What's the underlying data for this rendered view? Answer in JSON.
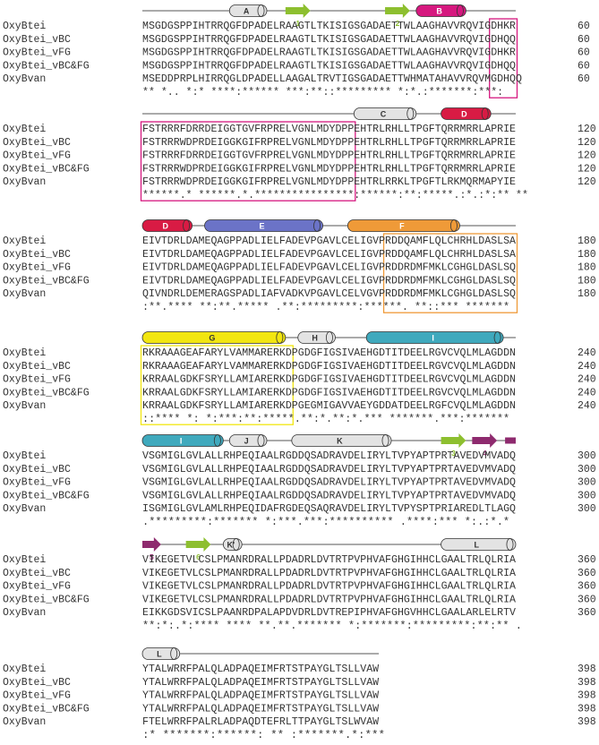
{
  "blocks": [
    {
      "rows": [
        {
          "name": "OxyBtei",
          "seq": "MSGDGSPPIHTRRQGFDPADELRAAGTLTKISIGSGADAETTWLAAGHAVVRQVIGDHKR",
          "end": "60"
        },
        {
          "name": "OxyBtei_vBC",
          "seq": "MSGDGSPPIHTRRQGFDPADELRAAGTLTKISIGSGADAETTWLAAGHAVVRQVIGDHQQ",
          "end": "60"
        },
        {
          "name": "OxyBtei_vFG",
          "seq": "MSGDGSPPIHTRRQGFDPADELRAAGTLTKISIGSGADAETTWLAAGHAVVRQVIGDHKR",
          "end": "60"
        },
        {
          "name": "OxyBtei_vBC&FG",
          "seq": "MSGDGSPPIHTRRQGFDPADELRAAGTLTKISIGSGADAETTWLAAGHAVVRQVIGDHQQ",
          "end": "60"
        },
        {
          "name": "OxyBvan",
          "seq": "MSEDDPRPLHIRRQGLDPADELLAAGALTRVTIGSGADAETTWHMATAHAVVRQVMGDHQQ",
          "end": "60"
        }
      ],
      "consensus": "** *.. *:* ****:****** ***:**::********* *:*.:*******:***:"
    },
    {
      "rows": [
        {
          "name": "OxyBtei",
          "seq": "FSTRRRFDRRDEIGGTGVFRPRELVGNLMDYDPPEHTRLRHLLTPGFTQRRMRRLAPRIE",
          "end": "120"
        },
        {
          "name": "OxyBtei_vBC",
          "seq": "FSTRRRWDPRDEIGGKGIFRPRELVGNLMDYDPPEHTRLRHLLTPGFTQRRMRRLAPRIE",
          "end": "120"
        },
        {
          "name": "OxyBtei_vFG",
          "seq": "FSTRRRFDRRDEIGGTGVFRPRELVGNLMDYDPPEHTRLRHLLTPGFTQRRMRRLAPRIE",
          "end": "120"
        },
        {
          "name": "OxyBtei_vBC&FG",
          "seq": "FSTRRRWDPRDEIGGKGIFRPRELVGNLMDYDPPEHTRLRHLLTPGFTQRRMRRLAPRIE",
          "end": "120"
        },
        {
          "name": "OxyBvan",
          "seq": "FSTRRRWDPRDEIGGKGIFRPRELVGNLMDYDPPEHTRLRRKLTPGFTLRKMQRMAPYIE",
          "end": "120"
        }
      ],
      "consensus": "******.* ******.*.****************:******:**:*****.:*.:*:** **"
    },
    {
      "rows": [
        {
          "name": "OxyBtei",
          "seq": "EIVTDRLDAMEQAGPPADLIELFADEVPGAVLCELIGVPRDDQAMFLQLCHRHLDASLSA",
          "end": "180"
        },
        {
          "name": "OxyBtei_vBC",
          "seq": "EIVTDRLDAMEQAGPPADLIELFADEVPGAVLCELIGVPRDDQAMFLQLCHRHLDASLSA",
          "end": "180"
        },
        {
          "name": "OxyBtei_vFG",
          "seq": "EIVTDRLDAMEQAGPPADLIELFADEVPGAVLCELIGVPRDDRDMFMKLCGHGLDASLSQ",
          "end": "180"
        },
        {
          "name": "OxyBtei_vBC&FG",
          "seq": "EIVTDRLDAMEQAGPPADLIELFADEVPGAVLCELIGVPRDDRDMFMKLCGHGLDASLSQ",
          "end": "180"
        },
        {
          "name": "OxyBvan",
          "seq": "QIVNDRLDEMERAGSPADLIAFVADKVPGAVLCELVGVPRDDRDMFMKLCGHGLDASLSQ",
          "end": "180"
        }
      ],
      "consensus": ":**.**** **:**.*****  .**:*********:******. **::*** *******"
    },
    {
      "rows": [
        {
          "name": "OxyBtei",
          "seq": "RKRAAAGEAFARYLVAMMARERKDPGDGFIGSIVAEHGDTITDEELRGVCVQLMLAGDDN",
          "end": "240"
        },
        {
          "name": "OxyBtei_vBC",
          "seq": "RKRAAAGEAFARYLVAMMARERKDPGDGFIGSIVAEHGDTITDEELRGVCVQLMLAGDDN",
          "end": "240"
        },
        {
          "name": "OxyBtei_vFG",
          "seq": "KRRAALGDKFSRYLLAMIARERKDPGDGFIGSIVAEHGDTITDEELRGVCVQLMLAGDDN",
          "end": "240"
        },
        {
          "name": "OxyBtei_vBC&FG",
          "seq": "KRRAALGDKFSRYLLAMIARERKDPGDGFIGSIVAEHGDTITDEELRGVCVQLMLAGDDN",
          "end": "240"
        },
        {
          "name": "OxyBvan",
          "seq": "KRRAALGDKFSRYLLAMIARERKDPGEGMIGAVVAEYGDDATDEELRGFCVQLMLAGDDN",
          "end": "240"
        }
      ],
      "consensus": "::**** *: *:***:**:*****.**:*.**:*.***  *******.***:*******"
    },
    {
      "rows": [
        {
          "name": "OxyBtei",
          "seq": "VSGMIGLGVLALLRHPEQIAALRGDDQSADRAVDELIRYLTVPYAPTPRTAVEDVMVADQ",
          "end": "300"
        },
        {
          "name": "OxyBtei_vBC",
          "seq": "VSGMIGLGVLALLRHPEQIAALRGDDQSADRAVDELIRYLTVPYAPTPRTAVEDVMVADQ",
          "end": "300"
        },
        {
          "name": "OxyBtei_vFG",
          "seq": "VSGMIGLGVLALLRHPEQIAALRGDDQSADRAVDELIRYLTVPYAPTPRTAVEDVMVADQ",
          "end": "300"
        },
        {
          "name": "OxyBtei_vBC&FG",
          "seq": "VSGMIGLGVLALLRHPEQIAALRGDDQSADRAVDELIRYLTVPYAPTPRTAVEDVMVADQ",
          "end": "300"
        },
        {
          "name": "OxyBvan",
          "seq": "ISGMIGLGVLAMLRHPEQIDAFRGDEQSAQRAVDELIRYLTVPYSPTPRIAREDLTLAGQ",
          "end": "300"
        }
      ],
      "consensus": ".*********:*******  *:***.***:********** .****:***  *:.:*.*"
    },
    {
      "rows": [
        {
          "name": "OxyBtei",
          "seq": "VIKEGETVLCSLPMANRDRALLPDADRLDVTRTPVPHVAFGHGIHHCLGAALTRLQLRIA",
          "end": "360"
        },
        {
          "name": "OxyBtei_vBC",
          "seq": "VIKEGETVLCSLPMANRDRALLPDADRLDVTRTPVPHVAFGHGIHHCLGAALTRLQLRIA",
          "end": "360"
        },
        {
          "name": "OxyBtei_vFG",
          "seq": "VIKEGETVLCSLPMANRDRALLPDADRLDVTRTPVPHVAFGHGIHHCLGAALTRLQLRIA",
          "end": "360"
        },
        {
          "name": "OxyBtei_vBC&FG",
          "seq": "VIKEGETVLCSLPMANRDRALLPDADRLDVTRTPVPHVAFGHGIHHCLGAALTRLQLRIA",
          "end": "360"
        },
        {
          "name": "OxyBvan",
          "seq": "EIKKGDSVICSLPAANRDPALAPDVDRLDVTREPIPHVAFGHGVHHCLGAALARLELRTV",
          "end": "360"
        }
      ],
      "consensus": "**:*:.*:**** **** **.**.*******  *:*******:*********:**:**  ."
    },
    {
      "rows": [
        {
          "name": "OxyBtei",
          "seq": "YTALWRRFPALQLADPAQEIMFRTSTPAYGLTSLLVAW",
          "end": "398"
        },
        {
          "name": "OxyBtei_vBC",
          "seq": "YTALWRRFPALQLADPAQEIMFRTSTPAYGLTSLLVAW",
          "end": "398"
        },
        {
          "name": "OxyBtei_vFG",
          "seq": "YTALWRRFPALQLADPAQEIMFRTSTPAYGLTSLLVAW",
          "end": "398"
        },
        {
          "name": "OxyBtei_vBC&FG",
          "seq": "YTALWRRFPALQLADPAQEIMFRTSTPAYGLTSLLVAW",
          "end": "398"
        },
        {
          "name": "OxyBvan",
          "seq": "FTELWRRFPALRLADPAQDTEFRLTTPAYGLTSLWVAW",
          "end": "398"
        }
      ],
      "consensus": ":* *******:******:   **  :*******.*:***"
    }
  ],
  "structure": [
    {
      "block": 0,
      "elements": [
        {
          "type": "helix",
          "label": "A",
          "start": 14,
          "end": 19,
          "color": "#e3e3e3"
        },
        {
          "type": "strand",
          "label": "1",
          "start": 23,
          "end": 26,
          "color": "#8dbf2f"
        },
        {
          "type": "strand",
          "label": "2",
          "start": 39,
          "end": 42,
          "color": "#8dbf2f"
        },
        {
          "type": "helix",
          "label": "B",
          "start": 44,
          "end": 51,
          "color": "#d6187f"
        }
      ]
    },
    {
      "block": 1,
      "elements": [
        {
          "type": "helix",
          "label": "C",
          "start": 34,
          "end": 43,
          "color": "#e3e3e3"
        },
        {
          "type": "helix",
          "label": "D",
          "start": 48,
          "end": 55,
          "color": "#d81b44"
        }
      ]
    },
    {
      "block": 2,
      "elements": [
        {
          "type": "helix",
          "label": "D",
          "start": 0,
          "end": 7,
          "color": "#d81b44"
        },
        {
          "type": "helix",
          "label": "E",
          "start": 10,
          "end": 28,
          "color": "#6b73c7"
        },
        {
          "type": "helix",
          "label": "F",
          "start": 33,
          "end": 50,
          "color": "#ef9a38"
        }
      ]
    },
    {
      "block": 3,
      "elements": [
        {
          "type": "helix",
          "label": "G",
          "start": 0,
          "end": 22,
          "color": "#f2e611"
        },
        {
          "type": "helix",
          "label": "H",
          "start": 25,
          "end": 30,
          "color": "#e3e3e3"
        },
        {
          "type": "helix",
          "label": "I",
          "start": 36,
          "end": 57,
          "color": "#3fa9bd"
        }
      ]
    },
    {
      "block": 4,
      "elements": [
        {
          "type": "helix",
          "label": "I",
          "start": 0,
          "end": 12,
          "color": "#3fa9bd"
        },
        {
          "type": "helix",
          "label": "J",
          "start": 14,
          "end": 19,
          "color": "#e3e3e3"
        },
        {
          "type": "helix",
          "label": "K",
          "start": 24,
          "end": 39,
          "color": "#e3e3e3"
        },
        {
          "type": "strand",
          "label": "3",
          "start": 48,
          "end": 51,
          "color": "#8dbf2f"
        },
        {
          "type": "strand",
          "label": "4",
          "start": 53,
          "end": 56,
          "color": "#8e2a6e"
        },
        {
          "type": "small",
          "label": "",
          "start": 58,
          "end": 59,
          "color": "#8e2a6e"
        }
      ]
    },
    {
      "block": 5,
      "elements": [
        {
          "type": "strand",
          "label": "5",
          "start": 0,
          "end": 2,
          "color": "#8e2a6e"
        },
        {
          "type": "strand",
          "label": "6",
          "start": 7,
          "end": 10,
          "color": "#8dbf2f"
        },
        {
          "type": "helix",
          "label": "K'",
          "start": 13,
          "end": 15,
          "color": "#e3e3e3"
        },
        {
          "type": "helix",
          "label": "L",
          "start": 48,
          "end": 59,
          "color": "#e3e3e3"
        }
      ]
    },
    {
      "block": 6,
      "elements": [
        {
          "type": "helix",
          "label": "L",
          "start": 0,
          "end": 5,
          "color": "#e3e3e3"
        }
      ]
    }
  ],
  "boxes": [
    {
      "block": 0,
      "start": 56,
      "end": 59,
      "color": "#d6187f"
    },
    {
      "block": 1,
      "start": 0,
      "end": 33,
      "color": "#d6187f"
    },
    {
      "block": 2,
      "start": 39,
      "end": 59,
      "color": "#ef9a38"
    },
    {
      "block": 3,
      "start": 0,
      "end": 23,
      "color": "#f2e611"
    }
  ],
  "colors": {
    "text": "#333333",
    "line": "#555555",
    "helix_outline": "#333333"
  }
}
